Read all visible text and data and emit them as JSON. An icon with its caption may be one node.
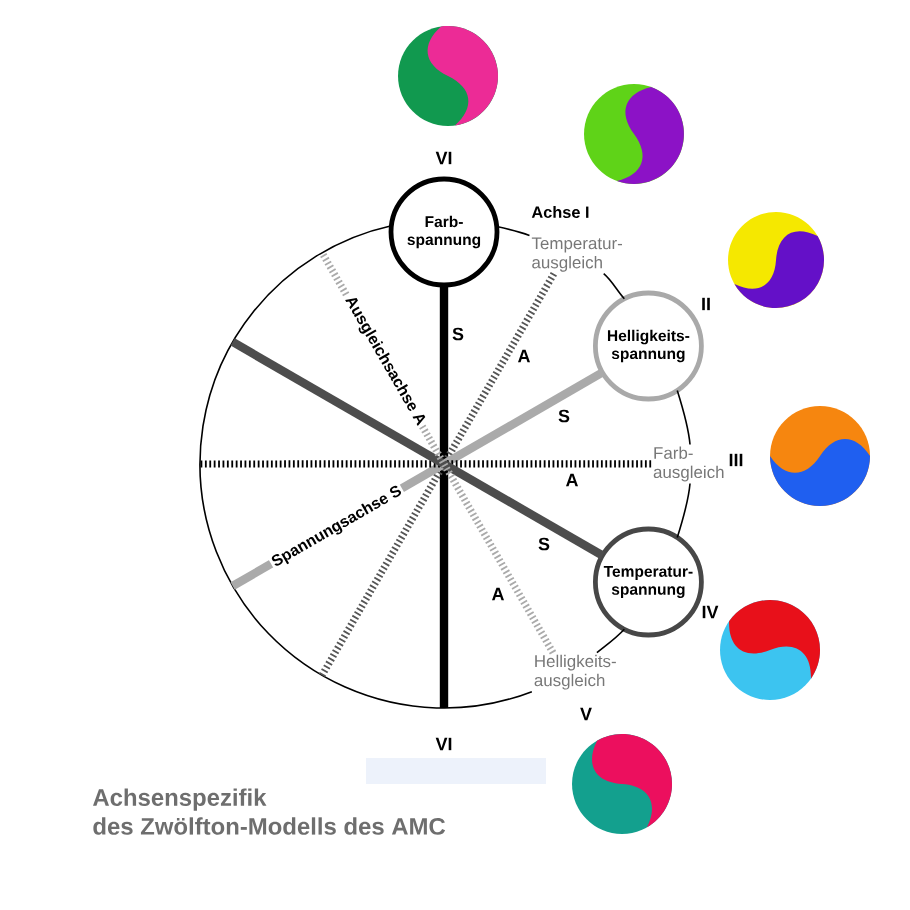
{
  "diagram": {
    "caption": "Achsenspezifik des Zwölfton-Modells des AMC",
    "nodes": [
      {
        "text": [
          "Farb- spannung"
        ]
      },
      {
        "text": [
          "Temperatur- ausgleich"
        ]
      },
      {
        "text": [
          "Helligkeits- spannung"
        ]
      },
      {
        "text": [
          "Farb- ausgleich"
        ]
      },
      {
        "text": [
          "Temperatur- spannung"
        ]
      },
      {
        "text": [
          "Helligkeits- ausgleich"
        ]
      }
    ],
    "edges": [
      {
        "from": 0,
        "to": 1,
        "arrow": "none"
      },
      {
        "from": 1,
        "to": 2,
        "arrow": "none"
      },
      {
        "from": 2,
        "to": 3,
        "arrow": "none"
      },
      {
        "from": 3,
        "to": 4,
        "arrow": "none"
      },
      {
        "from": 4,
        "to": 5,
        "arrow": "none"
      },
      {
        "from": 5,
        "to": 0,
        "arrow": "none"
      },
      {
        "from": 0,
        "to": null,
        "arrow": "none",
        "label": "S",
        "style": "thick"
      },
      {
        "from": 1,
        "to": null,
        "arrow": "none",
        "label": "A",
        "style": "dashed",
        "color": "#555555"
      },
      {
        "from": 2,
        "to": null,
        "arrow": "none",
        "label": "S",
        "style": "thick",
        "color": "#aaaaaa"
      },
      {
        "from": 3,
        "to": null,
        "arrow": "none",
        "label": "A",
        "style": "dashed"
      },
      {
        "from": 4,
        "to": null,
        "arrow": "none",
        "label": "S",
        "style": "thick",
        "color": "#4d4d4d"
      },
      {
        "from": 5,
        "to": null,
        "arrow": "none",
        "label": "A",
        "style": "dashed",
        "color": "#aaaaaa"
      }
    ],
    "labels": [
      "VI",
      "Achse I",
      "II",
      "Ausgleichsachse A",
      "III",
      "Spannungsachse S",
      "IV",
      "V",
      "VI"
    ]
  }
}
